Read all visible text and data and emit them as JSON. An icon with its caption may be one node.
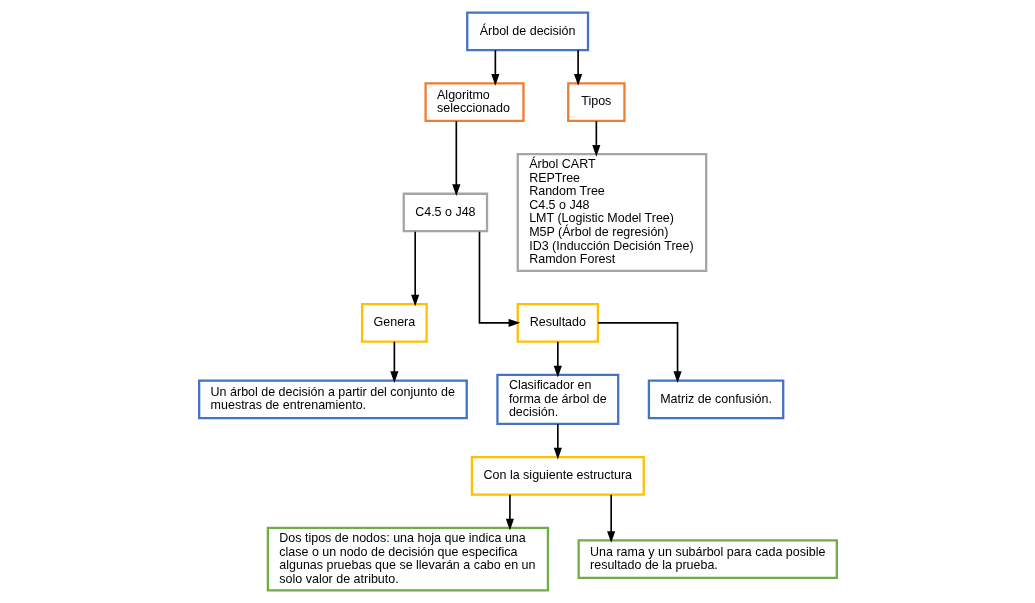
{
  "diagram": {
    "nodes": [
      {
        "text": [
          "Árbol de decisión"
        ]
      },
      {
        "text": [
          "Algoritmo seleccionado"
        ]
      },
      {
        "text": [
          "Tipos"
        ]
      },
      {
        "text": [
          "C4.5 o J48"
        ]
      },
      {
        "text": [
          "Árbol CART",
          "REPTree",
          "Random Tree",
          "C4.5 o J48",
          "LMT (Logistic Model Tree)",
          "M5P (Árbol de regresión)",
          "ID3 (Inducción Decisión Tree)",
          "Ramdon Forest"
        ]
      },
      {
        "text": [
          "Genera"
        ]
      },
      {
        "text": [
          "Resultado"
        ]
      },
      {
        "text": [
          "Un árbol de decisión a partir del conjunto de muestras de entrenamiento."
        ]
      },
      {
        "text": [
          "Clasificador en forma de árbol de decisión."
        ]
      },
      {
        "text": [
          "Matriz de confusión."
        ]
      },
      {
        "text": [
          "Con la siguiente estructura"
        ]
      },
      {
        "text": [
          "Dos tipos de nodos: una hoja que indica una clase o un nodo de decisión que especifica algunas pruebas que se llevarán a cabo en un solo valor de atributo."
        ]
      },
      {
        "text": [
          "Una rama y un subárbol para cada posible resultado de la prueba."
        ]
      }
    ],
    "edges": [
      {
        "from": 0,
        "to": 1,
        "arrow": "to"
      },
      {
        "from": 0,
        "to": 2,
        "arrow": "to"
      },
      {
        "from": 1,
        "to": 3,
        "arrow": "to"
      },
      {
        "from": 2,
        "to": 4,
        "arrow": "to"
      },
      {
        "from": 3,
        "to": 5,
        "arrow": "to"
      },
      {
        "from": 3,
        "to": 6,
        "arrow": "to"
      },
      {
        "from": 5,
        "to": 7,
        "arrow": "to"
      },
      {
        "from": 6,
        "to": 8,
        "arrow": "to"
      },
      {
        "from": 6,
        "to": 9,
        "arrow": "to"
      },
      {
        "from": 8,
        "to": 10,
        "arrow": "to"
      },
      {
        "from": 10,
        "to": 11,
        "arrow": "to"
      },
      {
        "from": 10,
        "to": 12,
        "arrow": "to"
      }
    ]
  }
}
